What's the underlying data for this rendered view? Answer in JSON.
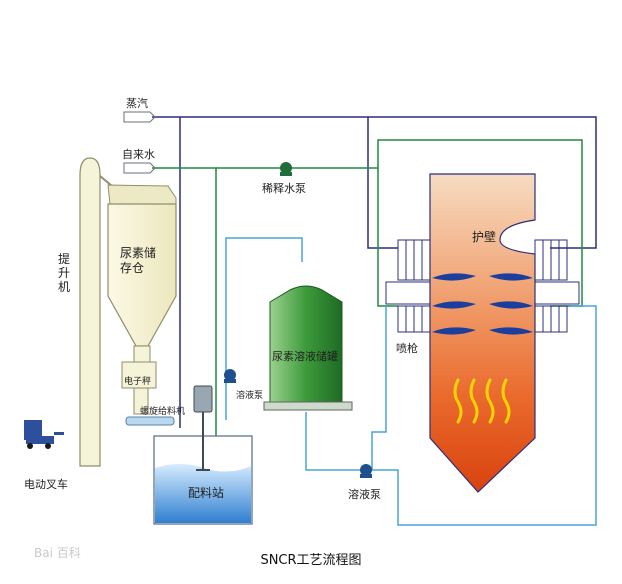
{
  "labels": {
    "steam": "蒸汽",
    "tap_water": "自来水",
    "dilution_pump": "稀释水泵",
    "elevator": "提升机",
    "urea_silo": "尿素储存仓",
    "electronic_scale": "电子秤",
    "screw_feeder": "螺旋给料机",
    "solution_pump_top": "溶液泵",
    "urea_tank": "尿素溶液储罐",
    "mixing_station": "配料站",
    "solution_pump_bottom": "溶液泵",
    "furnace_wall": "护壁",
    "spray_gun": "喷枪",
    "forklift": "电动叉车"
  },
  "caption": "SNCR工艺流程图",
  "watermark": "Bai 百科",
  "colors": {
    "steam_line": "#2b2f7a",
    "water_line": "#1f8c3c",
    "solution_line": "#4aa3d8",
    "furnace_top": "#f3c6a0",
    "furnace_bottom": "#e8521c",
    "tank_green": "#3e8f3a",
    "elevator_fill": "#f5f3d8"
  }
}
